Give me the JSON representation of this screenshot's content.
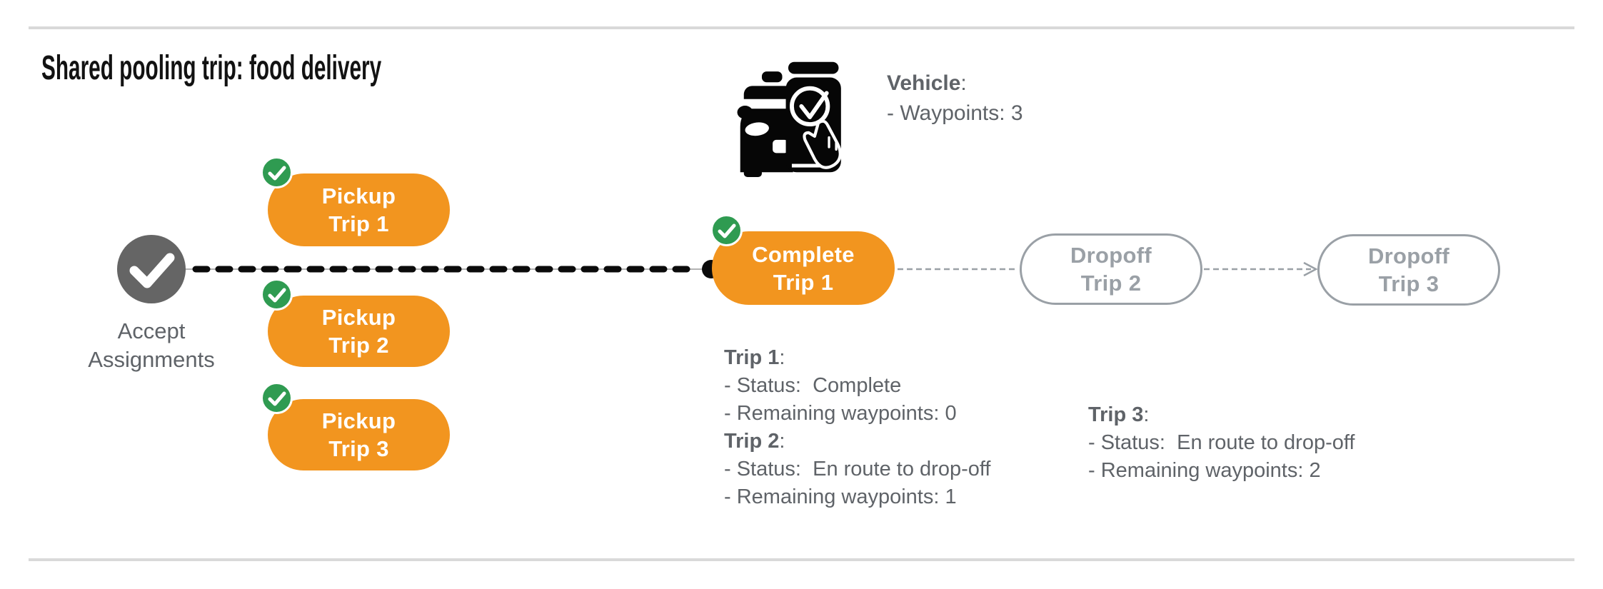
{
  "title": "Shared pooling trip: food delivery",
  "colors": {
    "orange": "#F2951F",
    "green": "#2F9B51",
    "node_gray": "#656565",
    "text_gray": "#5F6368",
    "outline_gray": "#9AA0A6",
    "rule_gray": "#D9D9D9",
    "dash_black": "#0B0B0B"
  },
  "vehicle": {
    "icon": "car-phone-check-icon",
    "label": "Vehicle",
    "colon": ":",
    "waypoints": "- Waypoints: 3"
  },
  "flow": {
    "accept": {
      "icon": "checkmark-icon",
      "line1": "Accept",
      "line2": "Assignments"
    },
    "pickups": [
      {
        "badge_icon": "check-badge-icon",
        "line1": "Pickup",
        "line2": "Trip 1"
      },
      {
        "badge_icon": "check-badge-icon",
        "line1": "Pickup",
        "line2": "Trip 2"
      },
      {
        "badge_icon": "check-badge-icon",
        "line1": "Pickup",
        "line2": "Trip 3"
      }
    ],
    "complete": {
      "badge_icon": "check-badge-icon",
      "line1": "Complete",
      "line2": "Trip 1"
    },
    "dropoffs": [
      {
        "line1": "Dropoff",
        "line2": "Trip 2"
      },
      {
        "line1": "Dropoff",
        "line2": "Trip 3"
      }
    ]
  },
  "status": {
    "block1": [
      {
        "label": "Trip 1",
        "colon": ":",
        "line1": "- Status:  Complete",
        "line2": "- Remaining waypoints: 0"
      },
      {
        "label": "Trip 2",
        "colon": ":",
        "line1": "- Status:  En route to drop-off",
        "line2": "- Remaining waypoints: 1"
      }
    ],
    "block2": [
      {
        "label": "Trip 3",
        "colon": ":",
        "line1": "- Status:  En route to drop-off",
        "line2": "- Remaining waypoints: 2"
      }
    ]
  }
}
